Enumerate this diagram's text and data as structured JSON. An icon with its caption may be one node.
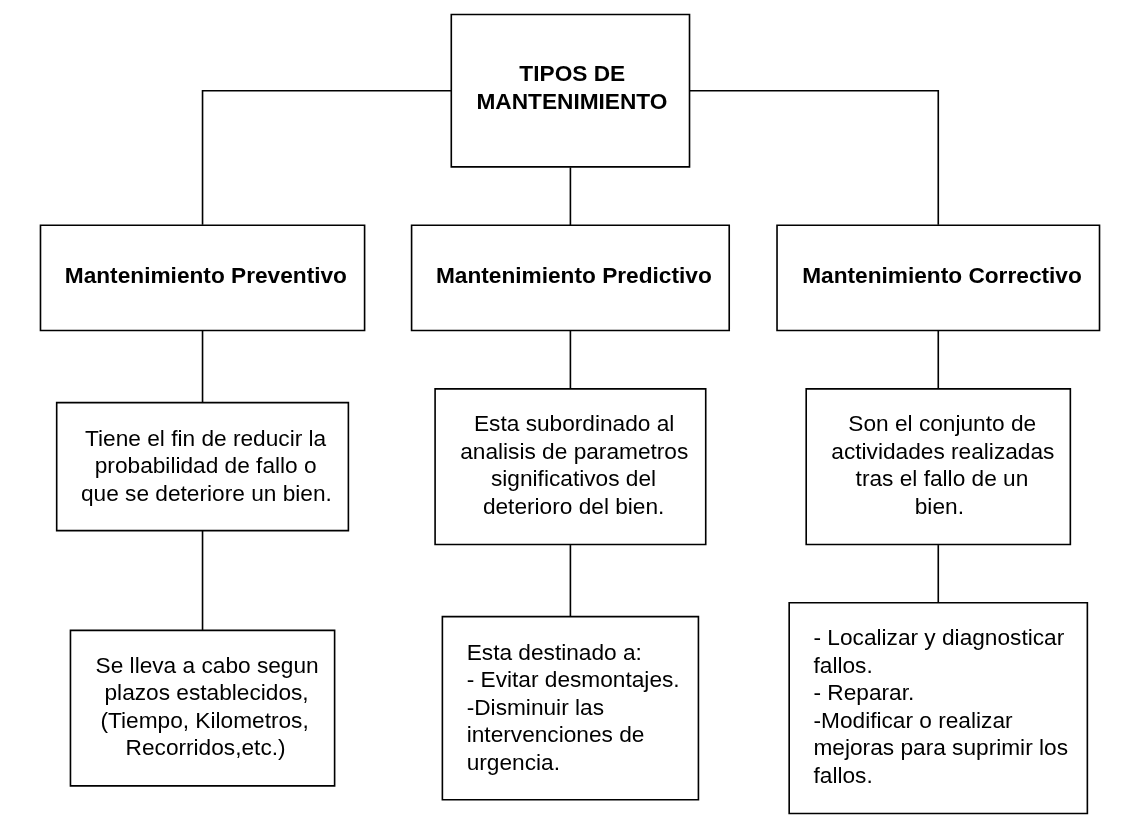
{
  "diagram": {
    "nodes": [
      {
        "text": [
          "TIPOS DE MANTENIMIENTO"
        ]
      },
      {
        "text": [
          "Mantenimiento Preventivo"
        ]
      },
      {
        "text": [
          "Mantenimiento Predictivo"
        ]
      },
      {
        "text": [
          "Mantenimiento Correctivo"
        ]
      },
      {
        "text": [
          "Tiene el fin de reducir la probabilidad de fallo o que se deteriore un bien."
        ]
      },
      {
        "text": [
          "Esta subordinado al analisis de parametros significativos del deterioro del bien."
        ]
      },
      {
        "text": [
          "Son el conjunto de actividades realizadas tras el fallo de un bien."
        ]
      },
      {
        "text": [
          "Se lleva a cabo segun plazos establecidos, (Tiempo, Kilometros, Recorridos,etc.)"
        ]
      },
      {
        "text": [
          "Esta destinado a:",
          "- Evitar desmontajes.",
          "-Disminuir las intervenciones de urgencia."
        ]
      },
      {
        "text": [
          "- Localizar y diagnosticar fallos.",
          "- Reparar.",
          "-Modificar o realizar mejoras para suprimir los fallos."
        ]
      }
    ],
    "edges": [
      {
        "from": 0,
        "to": 1,
        "arrow": "none"
      },
      {
        "from": 0,
        "to": 2,
        "arrow": "none"
      },
      {
        "from": 0,
        "to": 3,
        "arrow": "none"
      },
      {
        "from": 1,
        "to": 4,
        "arrow": "none"
      },
      {
        "from": 2,
        "to": 5,
        "arrow": "none"
      },
      {
        "from": 3,
        "to": 6,
        "arrow": "none"
      },
      {
        "from": 4,
        "to": 7,
        "arrow": "none"
      },
      {
        "from": 5,
        "to": 8,
        "arrow": "none"
      },
      {
        "from": 6,
        "to": 9,
        "arrow": "none"
      }
    ]
  }
}
